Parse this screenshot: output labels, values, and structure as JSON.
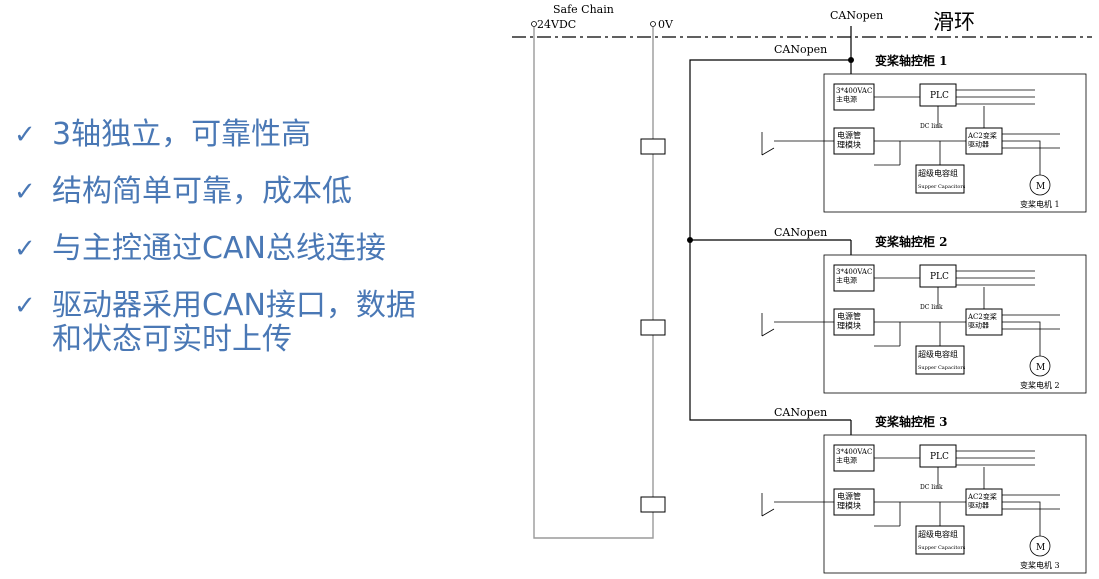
{
  "bullets": [
    {
      "check": "✓",
      "text": "3轴独立，可靠性高"
    },
    {
      "check": "✓",
      "text": "结构简单可靠，成本低"
    },
    {
      "check": "✓",
      "text": "与主控通过CAN总线连接"
    },
    {
      "check": "✓",
      "text": "驱动器采用CAN接口，数据\n和状态可实时上传"
    }
  ],
  "colors": {
    "bullet_text": "#4a78b5",
    "lines": "#000000",
    "wire_gray": "#9a9a9a"
  },
  "diagram": {
    "safe_chain": "Safe Chain",
    "v24": "24VDC",
    "v0": "0V",
    "canopen_top": "CANopen",
    "slip_ring": "滑环",
    "canopen_branch": "CANopen",
    "cabinets": [
      {
        "title": "变桨轴控柜 1",
        "power_supply": "3*400VAC\n主电源",
        "power_module": "电源管\n理模块",
        "plc": "PLC",
        "dc_link": "DC link",
        "drive": "AC2变桨\n驱动器",
        "supercap": "超级电容组",
        "supercap_en": "Supper Capacitors",
        "motor": "M",
        "motor_label": "变桨电机 1"
      },
      {
        "title": "变桨轴控柜 2",
        "power_supply": "3*400VAC\n主电源",
        "power_module": "电源管\n理模块",
        "plc": "PLC",
        "dc_link": "DC link",
        "drive": "AC2变桨\n驱动器",
        "supercap": "超级电容组",
        "supercap_en": "Supper Capacitors",
        "motor": "M",
        "motor_label": "变桨电机 2"
      },
      {
        "title": "变桨轴控柜 3",
        "power_supply": "3*400VAC\n主电源",
        "power_module": "电源管\n理模块",
        "plc": "PLC",
        "dc_link": "DC link",
        "drive": "AC2变桨\n驱动器",
        "supercap": "超级电容组",
        "supercap_en": "Supper Capacitors",
        "motor": "M",
        "motor_label": "变桨电机 3"
      }
    ]
  }
}
